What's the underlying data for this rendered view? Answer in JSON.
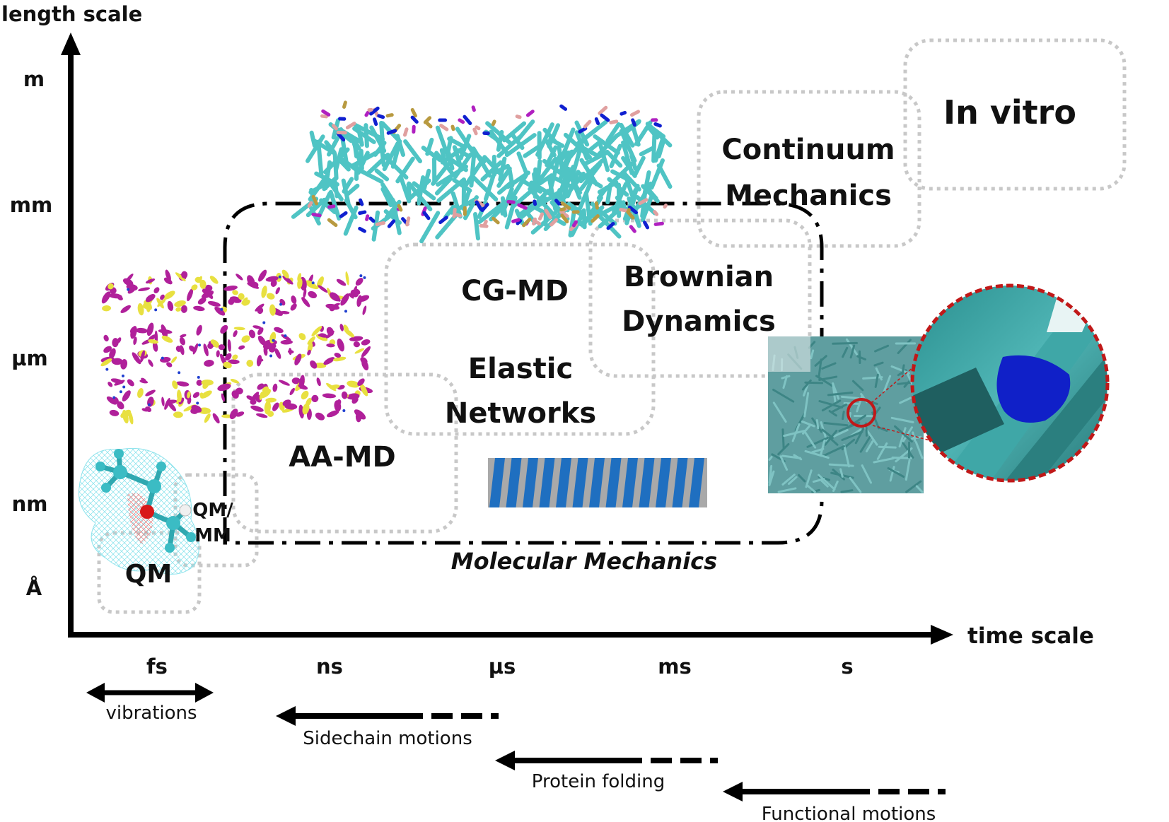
{
  "axes": {
    "y_title": "length scale",
    "x_title": "time scale",
    "y_ticks": [
      "m",
      "mm",
      "µm",
      "nm",
      "Å"
    ],
    "x_ticks": [
      "fs",
      "ns",
      "µs",
      "ms",
      "s"
    ]
  },
  "regions": {
    "in_vitro": "In vitro",
    "continuum_line1": "Continuum",
    "continuum_line2": "Mechanics",
    "brownian_line1": "Brownian",
    "brownian_line2": "Dynamics",
    "cgmd": "CG-MD",
    "elastic_line1": "Elastic",
    "elastic_line2": "Networks",
    "aamd": "AA-MD",
    "qmmm_line1": "QM/",
    "qmmm_line2": "MM",
    "qm": "QM",
    "molecular_mechanics": "Molecular Mechanics"
  },
  "motions": [
    {
      "label": "vibrations"
    },
    {
      "label": "Sidechain motions"
    },
    {
      "label": "Protein folding"
    },
    {
      "label": "Functional motions"
    }
  ],
  "colors": {
    "axis": "#000000",
    "dotted_box": "#c8c8c8",
    "membrane_teal": "#4fc4c4",
    "membrane_magenta": "#b020c0",
    "membrane_blue": "#1020d0",
    "protein_magenta": "#b0209a",
    "protein_yellow": "#e8e040",
    "fiber_blue": "#1f6fc0",
    "fiber_gray": "#9a9a9a",
    "zoom_outline": "#c01818",
    "zoom_blue": "#1020c8"
  }
}
